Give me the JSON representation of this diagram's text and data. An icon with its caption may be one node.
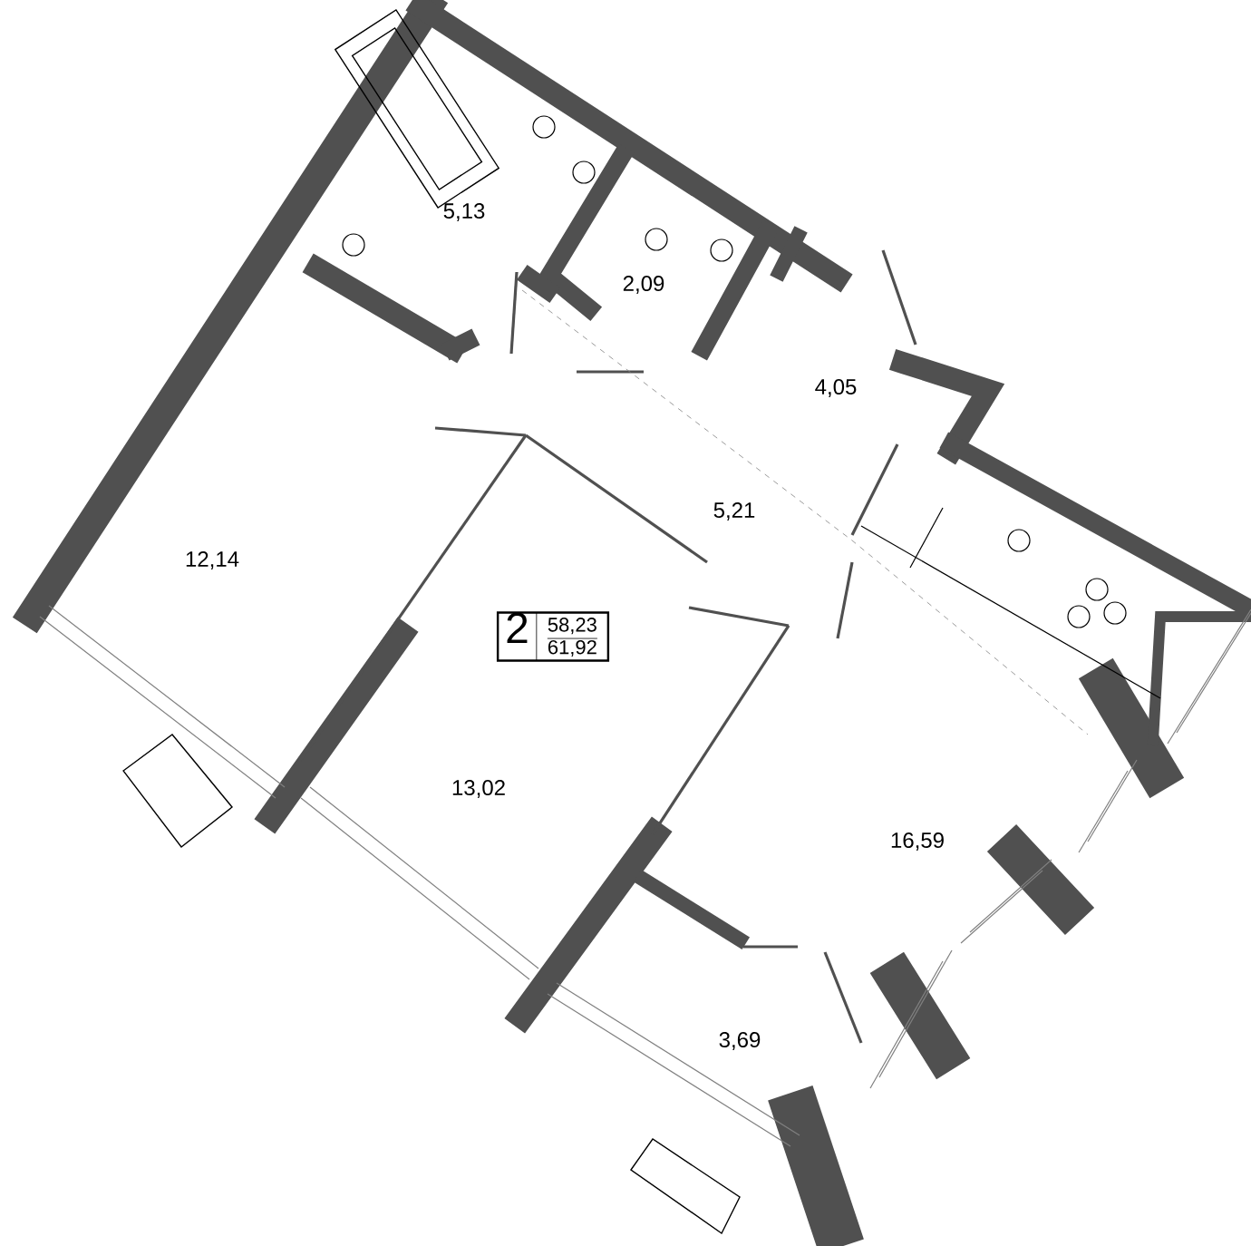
{
  "diagram": {
    "nodes": [
      {
        "text": [
          "2",
          "58,23",
          "61,92"
        ]
      }
    ],
    "labels": [
      "5,13",
      "2,09",
      "4,05",
      "5,21",
      "12,14",
      "13,02",
      "16,59",
      "3,69"
    ]
  }
}
